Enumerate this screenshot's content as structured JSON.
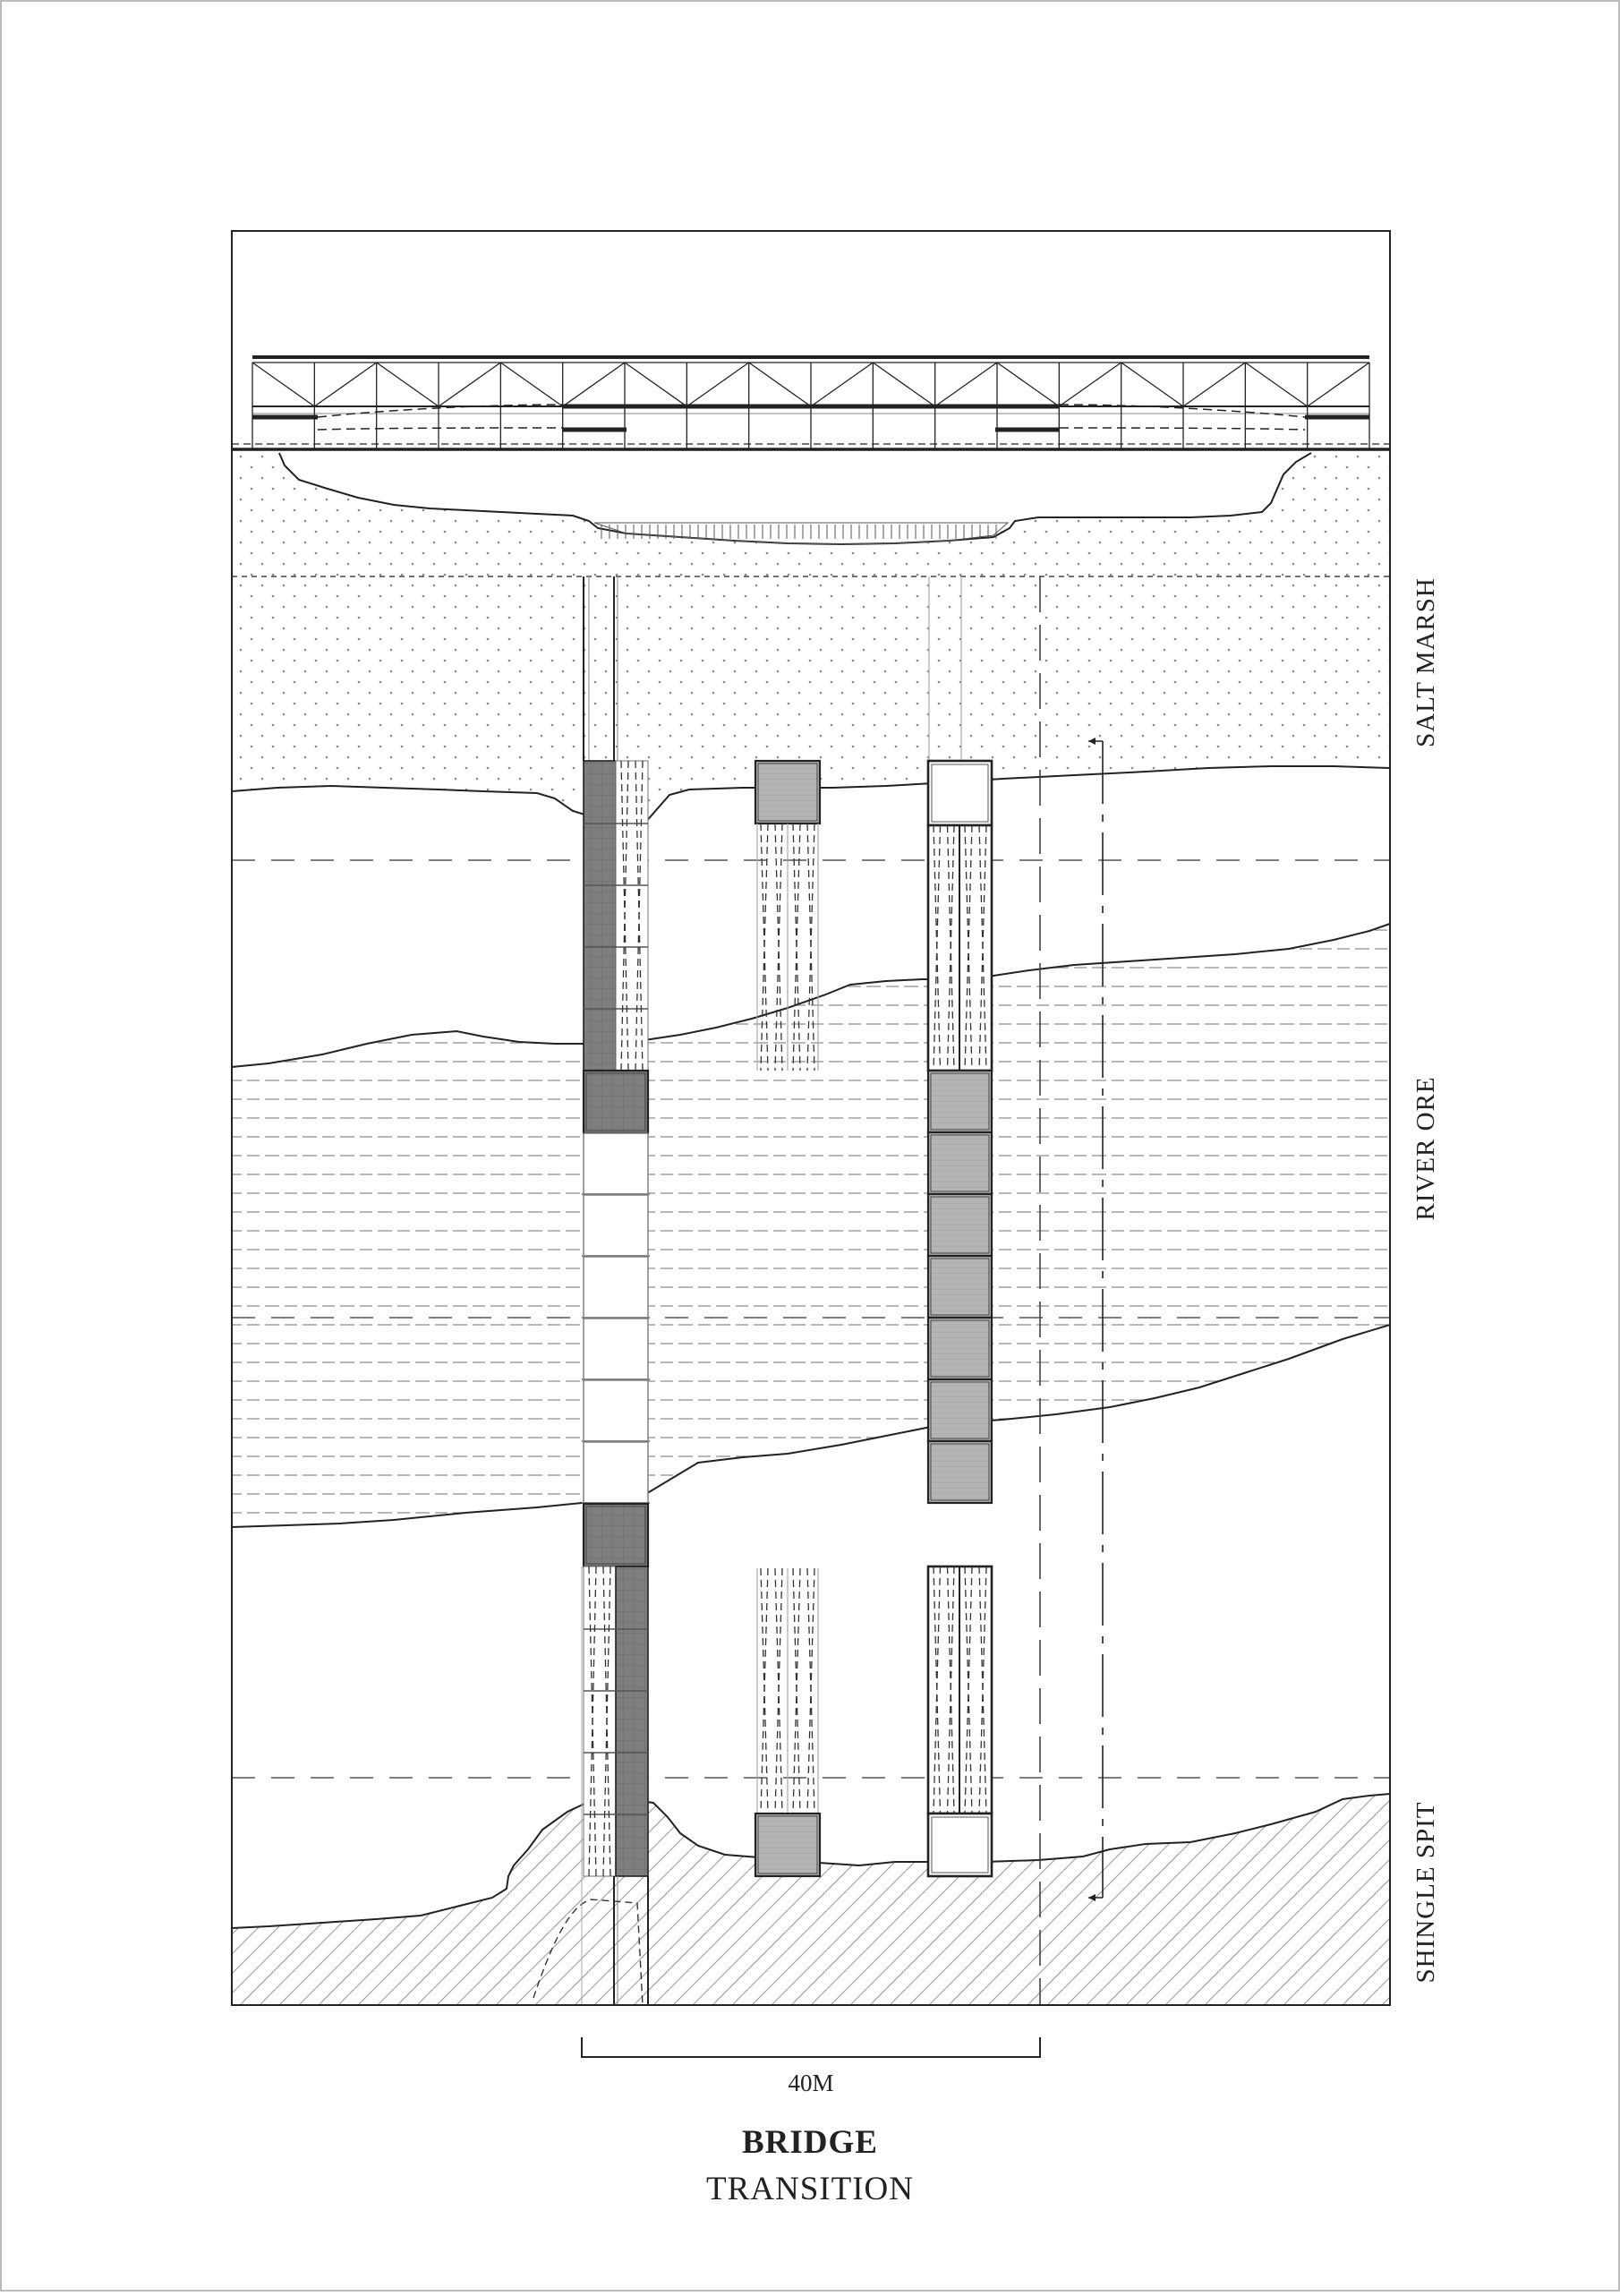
{
  "zones": {
    "top": "SALT MARSH",
    "middle": "RIVER ORE",
    "bottom": "SHINGLE SPIT"
  },
  "scale_bar": {
    "label": "40M"
  },
  "title": {
    "main": "BRIDGE",
    "sub": "TRANSITION"
  },
  "colors": {
    "line": "#222222",
    "pontoon_dark": "#808080",
    "pontoon_light": "#b4b4b4",
    "water_dash": "#9a9a9a",
    "marsh_dot": "#8a8a8a"
  }
}
